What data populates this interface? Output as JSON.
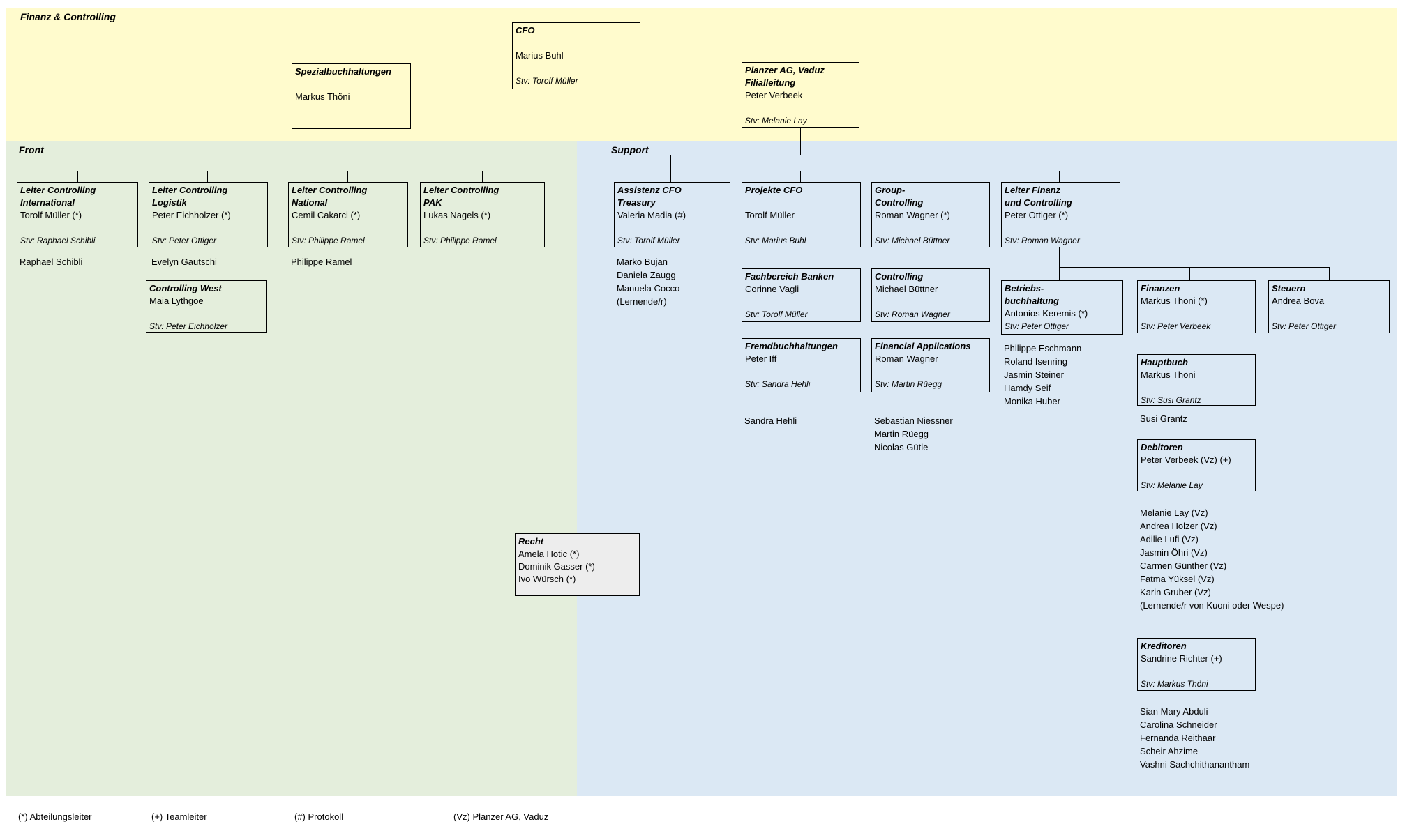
{
  "header": {
    "title": "Finanz & Controlling",
    "front_label": "Front",
    "support_label": "Support"
  },
  "colors": {
    "band_yellow": "#FFFBCD",
    "band_green": "#E4EEDC",
    "band_blue": "#DBE8F4",
    "box_grey": "#EDEDED",
    "line": "#000000"
  },
  "legend": {
    "items": [
      "(*) Abteilungsleiter",
      "(+) Teamleiter",
      "(#) Protokoll",
      "(Vz) Planzer AG, Vaduz"
    ]
  },
  "boxes": [
    {
      "id": "cfo",
      "lines": [
        {
          "text": "CFO",
          "style": "title"
        },
        {
          "text": "",
          "style": "gap"
        },
        {
          "text": "Marius Buhl",
          "style": "name"
        },
        {
          "text": "",
          "style": "gap"
        },
        {
          "text": "Stv: Torolf Müller",
          "style": "stv"
        }
      ]
    },
    {
      "id": "spezialbuchhaltungen",
      "lines": [
        {
          "text": "Spezialbuchhaltungen",
          "style": "title"
        },
        {
          "text": "",
          "style": "gap"
        },
        {
          "text": "Markus Thöni",
          "style": "name"
        }
      ]
    },
    {
      "id": "planzer-filialleitung",
      "lines": [
        {
          "text": "Planzer AG, Vaduz",
          "style": "title"
        },
        {
          "text": "Filialleitung",
          "style": "title"
        },
        {
          "text": "Peter Verbeek",
          "style": "name"
        },
        {
          "text": "",
          "style": "gap"
        },
        {
          "text": "Stv: Melanie Lay",
          "style": "stv"
        }
      ]
    },
    {
      "id": "controlling-international",
      "lines": [
        {
          "text": "Leiter Controlling",
          "style": "title"
        },
        {
          "text": "International",
          "style": "title"
        },
        {
          "text": "Torolf Müller (*)",
          "style": "name"
        },
        {
          "text": "",
          "style": "gap"
        },
        {
          "text": "Stv: Raphael Schibli",
          "style": "stv"
        }
      ]
    },
    {
      "id": "controlling-logistik",
      "lines": [
        {
          "text": "Leiter Controlling",
          "style": "title"
        },
        {
          "text": "Logistik",
          "style": "title"
        },
        {
          "text": "Peter Eichholzer (*)",
          "style": "name"
        },
        {
          "text": "",
          "style": "gap"
        },
        {
          "text": "Stv: Peter Ottiger",
          "style": "stv"
        }
      ]
    },
    {
      "id": "controlling-national",
      "lines": [
        {
          "text": "Leiter Controlling",
          "style": "title"
        },
        {
          "text": "National",
          "style": "title"
        },
        {
          "text": "Cemil Cakarci (*)",
          "style": "name"
        },
        {
          "text": "",
          "style": "gap"
        },
        {
          "text": "Stv: Philippe Ramel",
          "style": "stv"
        }
      ]
    },
    {
      "id": "controlling-pak",
      "lines": [
        {
          "text": "Leiter Controlling",
          "style": "title"
        },
        {
          "text": "PAK",
          "style": "title"
        },
        {
          "text": "Lukas Nagels (*)",
          "style": "name"
        },
        {
          "text": "",
          "style": "gap"
        },
        {
          "text": "Stv: Philippe Ramel",
          "style": "stv"
        }
      ]
    },
    {
      "id": "assistenz-cfo",
      "lines": [
        {
          "text": "Assistenz CFO",
          "style": "title"
        },
        {
          "text": "Treasury",
          "style": "title"
        },
        {
          "text": "Valeria Madia (#)",
          "style": "name"
        },
        {
          "text": "",
          "style": "gap"
        },
        {
          "text": "Stv: Torolf Müller",
          "style": "stv"
        }
      ]
    },
    {
      "id": "projekte-cfo",
      "lines": [
        {
          "text": "Projekte CFO",
          "style": "title"
        },
        {
          "text": "",
          "style": "gap"
        },
        {
          "text": "Torolf Müller",
          "style": "name"
        },
        {
          "text": "",
          "style": "gap"
        },
        {
          "text": "Stv: Marius Buhl",
          "style": "stv"
        }
      ]
    },
    {
      "id": "group-controlling",
      "lines": [
        {
          "text": "Group-",
          "style": "title"
        },
        {
          "text": "Controlling",
          "style": "title"
        },
        {
          "text": "Roman Wagner (*)",
          "style": "name"
        },
        {
          "text": "",
          "style": "gap"
        },
        {
          "text": "Stv: Michael Büttner",
          "style": "stv"
        }
      ]
    },
    {
      "id": "leiter-finanz",
      "lines": [
        {
          "text": "Leiter Finanz",
          "style": "title"
        },
        {
          "text": "und Controlling",
          "style": "title"
        },
        {
          "text": "Peter Ottiger (*)",
          "style": "name"
        },
        {
          "text": "",
          "style": "gap"
        },
        {
          "text": "Stv: Roman Wagner",
          "style": "stv"
        }
      ]
    },
    {
      "id": "controlling-west",
      "lines": [
        {
          "text": "Controlling West",
          "style": "title"
        },
        {
          "text": "Maia Lythgoe",
          "style": "name"
        },
        {
          "text": "",
          "style": "gap"
        },
        {
          "text": "Stv: Peter Eichholzer",
          "style": "stv"
        }
      ]
    },
    {
      "id": "fachbereich-banken",
      "lines": [
        {
          "text": "Fachbereich Banken",
          "style": "title"
        },
        {
          "text": "Corinne Vagli",
          "style": "name"
        },
        {
          "text": "",
          "style": "gap"
        },
        {
          "text": "Stv: Torolf Müller",
          "style": "stv"
        }
      ]
    },
    {
      "id": "controlling",
      "lines": [
        {
          "text": "Controlling",
          "style": "title"
        },
        {
          "text": "Michael Büttner",
          "style": "name"
        },
        {
          "text": "",
          "style": "gap"
        },
        {
          "text": "Stv: Roman Wagner",
          "style": "stv"
        }
      ]
    },
    {
      "id": "fremdbuchhaltungen",
      "lines": [
        {
          "text": "Fremdbuchhaltungen",
          "style": "title"
        },
        {
          "text": "Peter Iff",
          "style": "name"
        },
        {
          "text": "",
          "style": "gap"
        },
        {
          "text": "Stv: Sandra Hehli",
          "style": "stv"
        }
      ]
    },
    {
      "id": "financial-applications",
      "lines": [
        {
          "text": "Financial Applications",
          "style": "title"
        },
        {
          "text": "Roman Wagner",
          "style": "name"
        },
        {
          "text": "",
          "style": "gap"
        },
        {
          "text": "Stv: Martin Rüegg",
          "style": "stv"
        }
      ]
    },
    {
      "id": "betriebsbuchhaltung",
      "lines": [
        {
          "text": "Betriebs-",
          "style": "title"
        },
        {
          "text": "buchhaltung",
          "style": "title"
        },
        {
          "text": "Antonios Keremis (*)",
          "style": "name"
        },
        {
          "text": "Stv: Peter Ottiger",
          "style": "stv"
        }
      ]
    },
    {
      "id": "finanzen",
      "lines": [
        {
          "text": "Finanzen",
          "style": "title"
        },
        {
          "text": "Markus Thöni (*)",
          "style": "name"
        },
        {
          "text": "",
          "style": "gap"
        },
        {
          "text": "Stv: Peter Verbeek",
          "style": "stv"
        }
      ]
    },
    {
      "id": "steuern",
      "lines": [
        {
          "text": "Steuern",
          "style": "title"
        },
        {
          "text": "Andrea Bova",
          "style": "name"
        },
        {
          "text": "",
          "style": "gap"
        },
        {
          "text": "Stv: Peter Ottiger",
          "style": "stv"
        }
      ]
    },
    {
      "id": "hauptbuch",
      "lines": [
        {
          "text": "Hauptbuch",
          "style": "title"
        },
        {
          "text": "Markus Thöni",
          "style": "name"
        },
        {
          "text": "",
          "style": "gap"
        },
        {
          "text": "Stv: Susi Grantz",
          "style": "stv"
        }
      ]
    },
    {
      "id": "debitoren",
      "lines": [
        {
          "text": "Debitoren",
          "style": "title"
        },
        {
          "text": "Peter Verbeek (Vz) (+)",
          "style": "name"
        },
        {
          "text": "",
          "style": "gap"
        },
        {
          "text": "Stv: Melanie Lay",
          "style": "stv"
        }
      ]
    },
    {
      "id": "kreditoren",
      "lines": [
        {
          "text": "Kreditoren",
          "style": "title"
        },
        {
          "text": "Sandrine Richter (+)",
          "style": "name"
        },
        {
          "text": "",
          "style": "gap"
        },
        {
          "text": "Stv: Markus Thöni",
          "style": "stv"
        }
      ]
    },
    {
      "id": "recht",
      "lines": [
        {
          "text": "Recht",
          "style": "title"
        },
        {
          "text": "Amela Hotic (*)",
          "style": "name"
        },
        {
          "text": "Dominik Gasser (*)",
          "style": "name"
        },
        {
          "text": "Ivo Würsch (*)",
          "style": "name"
        }
      ]
    }
  ],
  "staff_lists": [
    {
      "under": "controlling-international",
      "names": [
        "Raphael Schibli"
      ]
    },
    {
      "under": "controlling-logistik",
      "names": [
        "Evelyn Gautschi"
      ]
    },
    {
      "under": "controlling-national",
      "names": [
        "Philippe Ramel"
      ]
    },
    {
      "under": "assistenz-cfo",
      "names": [
        "Marko Bujan",
        "Daniela Zaugg",
        "Manuela Cocco",
        "(Lernende/r)"
      ]
    },
    {
      "under": "fremdbuchhaltungen",
      "names": [
        "Sandra Hehli"
      ]
    },
    {
      "under": "financial-applications",
      "names": [
        "Sebastian Niessner",
        "Martin Rüegg",
        "Nicolas Gütle"
      ]
    },
    {
      "under": "betriebsbuchhaltung",
      "names": [
        "Philippe Eschmann",
        "Roland Isenring",
        "Jasmin Steiner",
        "Hamdy Seif",
        "Monika Huber"
      ]
    },
    {
      "under": "hauptbuch",
      "names": [
        "Susi Grantz"
      ]
    },
    {
      "under": "debitoren",
      "names": [
        "Melanie Lay (Vz)",
        "Andrea Holzer (Vz)",
        "Adilie Lufi (Vz)",
        "Jasmin Öhri (Vz)",
        "Carmen Günther (Vz)",
        "Fatma Yüksel (Vz)",
        "Karin Gruber (Vz)",
        "(Lernende/r von Kuoni oder Wespe)"
      ]
    },
    {
      "under": "kreditoren",
      "names": [
        "Sian Mary Abduli",
        "Carolina Schneider",
        "Fernanda Reithaar",
        "Scheir Ahzime",
        "Vashni Sachchithanantham"
      ]
    }
  ]
}
